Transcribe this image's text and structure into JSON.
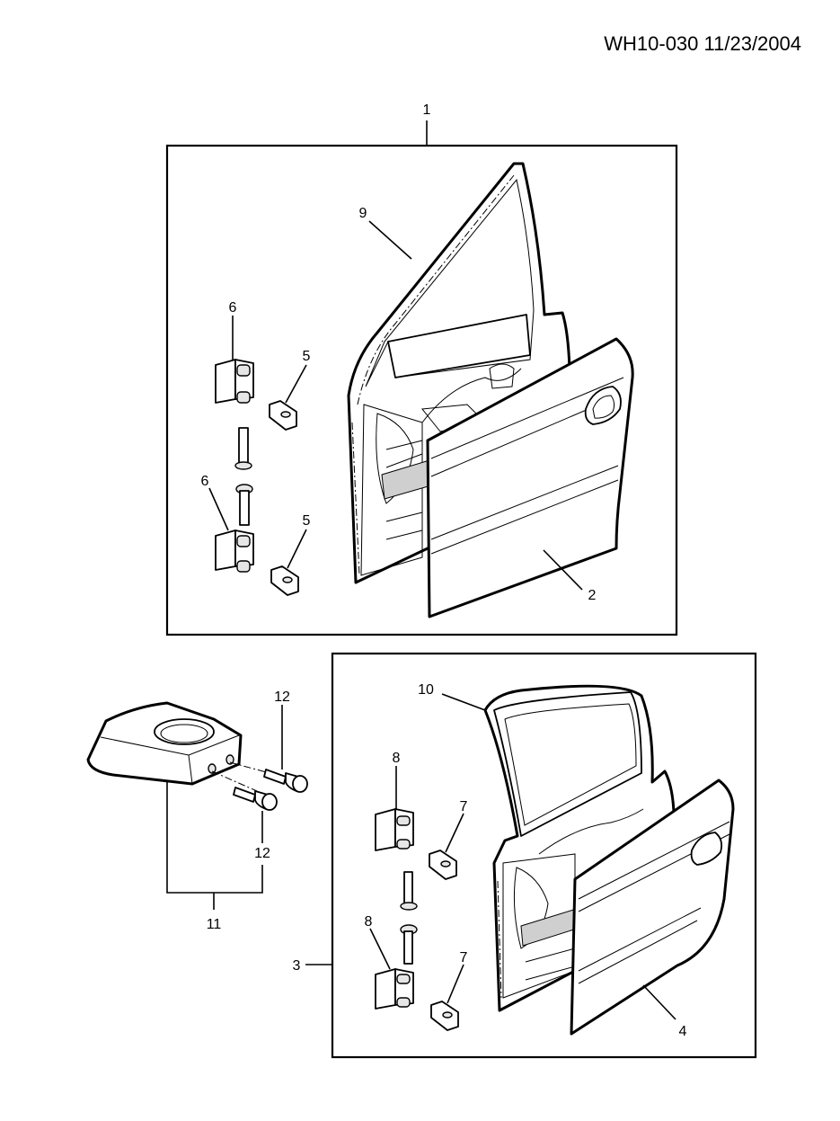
{
  "header": {
    "code": "WH10-030 11/23/2004"
  },
  "callouts": {
    "c1": "1",
    "c2": "2",
    "c3": "3",
    "c4": "4",
    "c5a": "5",
    "c5b": "5",
    "c6a": "6",
    "c6b": "6",
    "c7a": "7",
    "c7b": "7",
    "c8a": "8",
    "c8b": "8",
    "c9": "9",
    "c10": "10",
    "c11": "11",
    "c12a": "12",
    "c12b": "12"
  }
}
